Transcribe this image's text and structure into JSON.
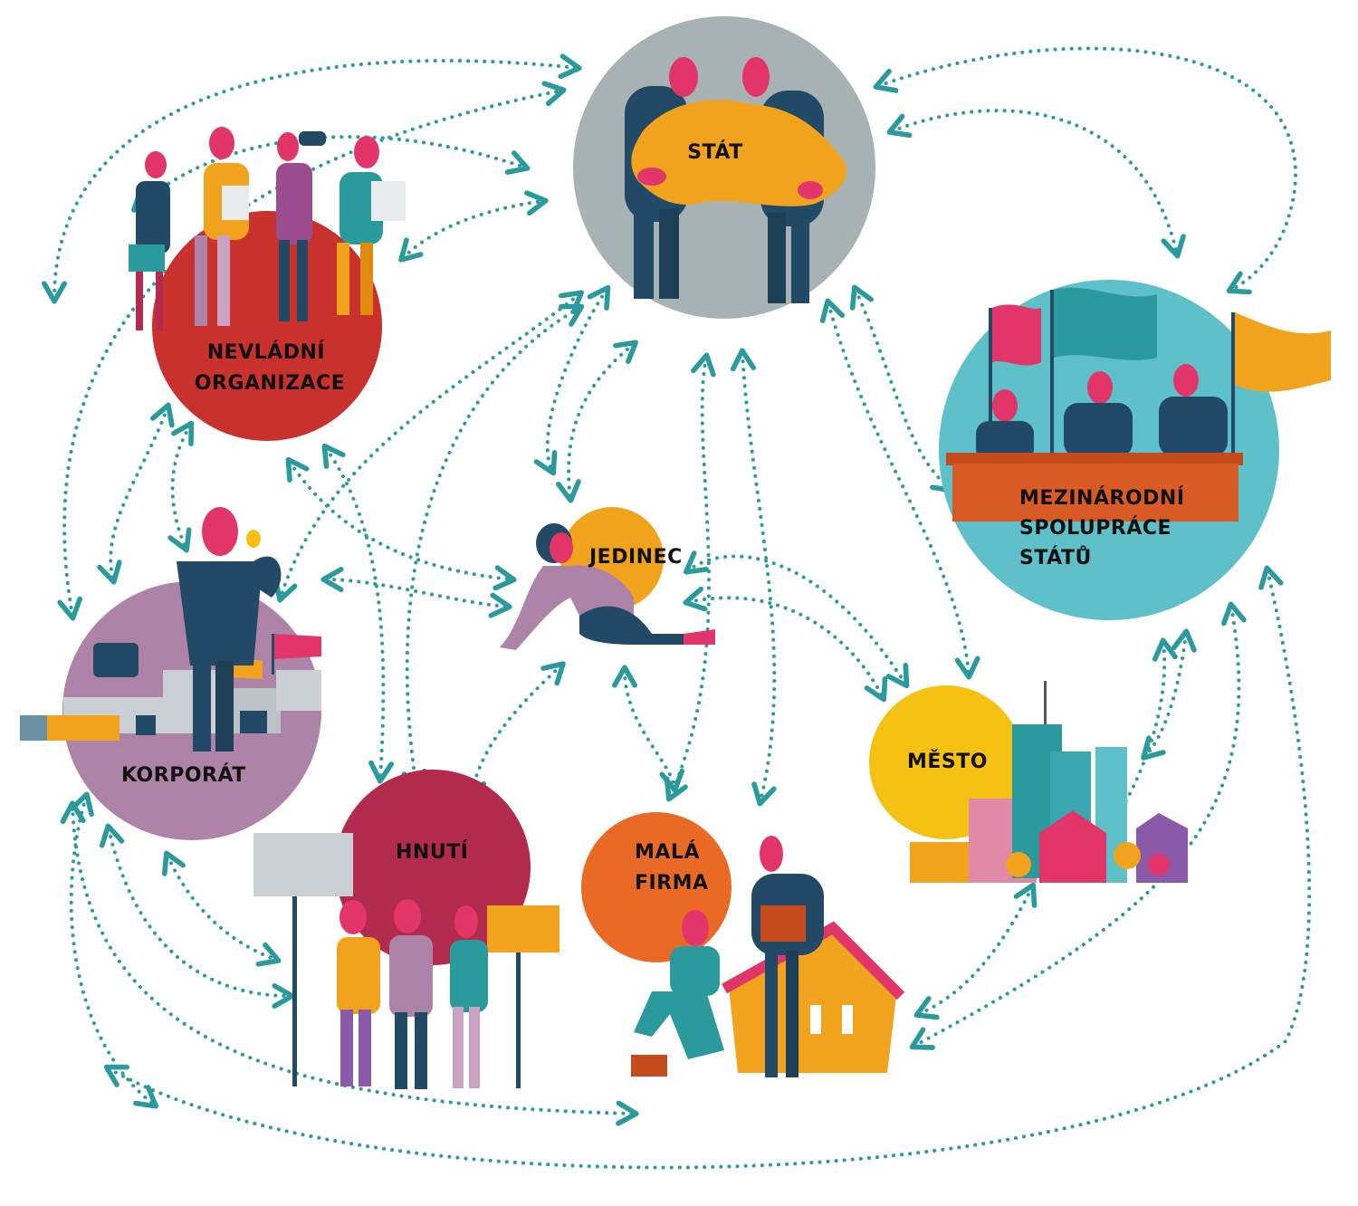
{
  "colors": {
    "connector": "#2b9a9c",
    "stat": "#a7b2b5",
    "ngo": "#c8312c",
    "international": "#5ec0c8",
    "individual": "#f2a31e",
    "corporation": "#ad83a8",
    "movement": "#b22a4c",
    "small_business": "#e86a24",
    "city": "#f5c213",
    "figure_dark": "#224a66",
    "figure_pink": "#e2366a"
  },
  "nodes": {
    "stat": {
      "label": [
        "STÁT"
      ]
    },
    "ngo": {
      "label": [
        "NEVLÁDNÍ",
        "ORGANIZACE"
      ]
    },
    "intl": {
      "label": [
        "MEZINÁRODNÍ",
        "SPOLUPRÁCE",
        "STÁTŮ"
      ]
    },
    "jedinec": {
      "label": [
        "JEDINEC"
      ]
    },
    "korporat": {
      "label": [
        "KORPORÁT"
      ]
    },
    "hnuti": {
      "label": [
        "HNUTÍ"
      ]
    },
    "firma": {
      "label": [
        "MALÁ",
        "FIRMA"
      ]
    },
    "mesto": {
      "label": [
        "MĚSTO"
      ]
    }
  }
}
